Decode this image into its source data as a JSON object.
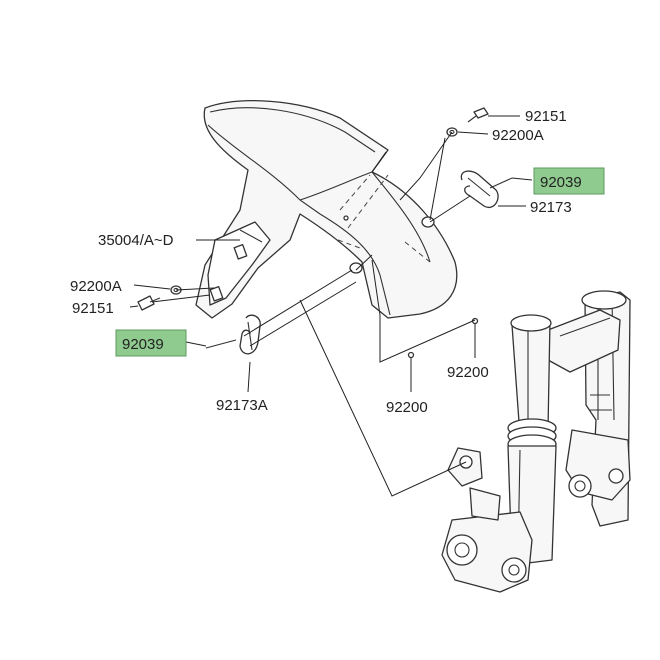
{
  "diagram": {
    "labels": {
      "l92151_top": "92151",
      "l92200A_top": "92200A",
      "l92039_right": "92039",
      "l92173": "92173",
      "l35004": "35004/A~D",
      "l92200A_left": "92200A",
      "l92151_left": "92151",
      "l92039_left": "92039",
      "l92173A": "92173A",
      "l92200_right": "92200",
      "l92200_center": "92200"
    },
    "colors": {
      "highlight": "#8fca8f",
      "highlight_border": "#5e9a5e",
      "line": "#333333",
      "text": "#222222"
    }
  }
}
